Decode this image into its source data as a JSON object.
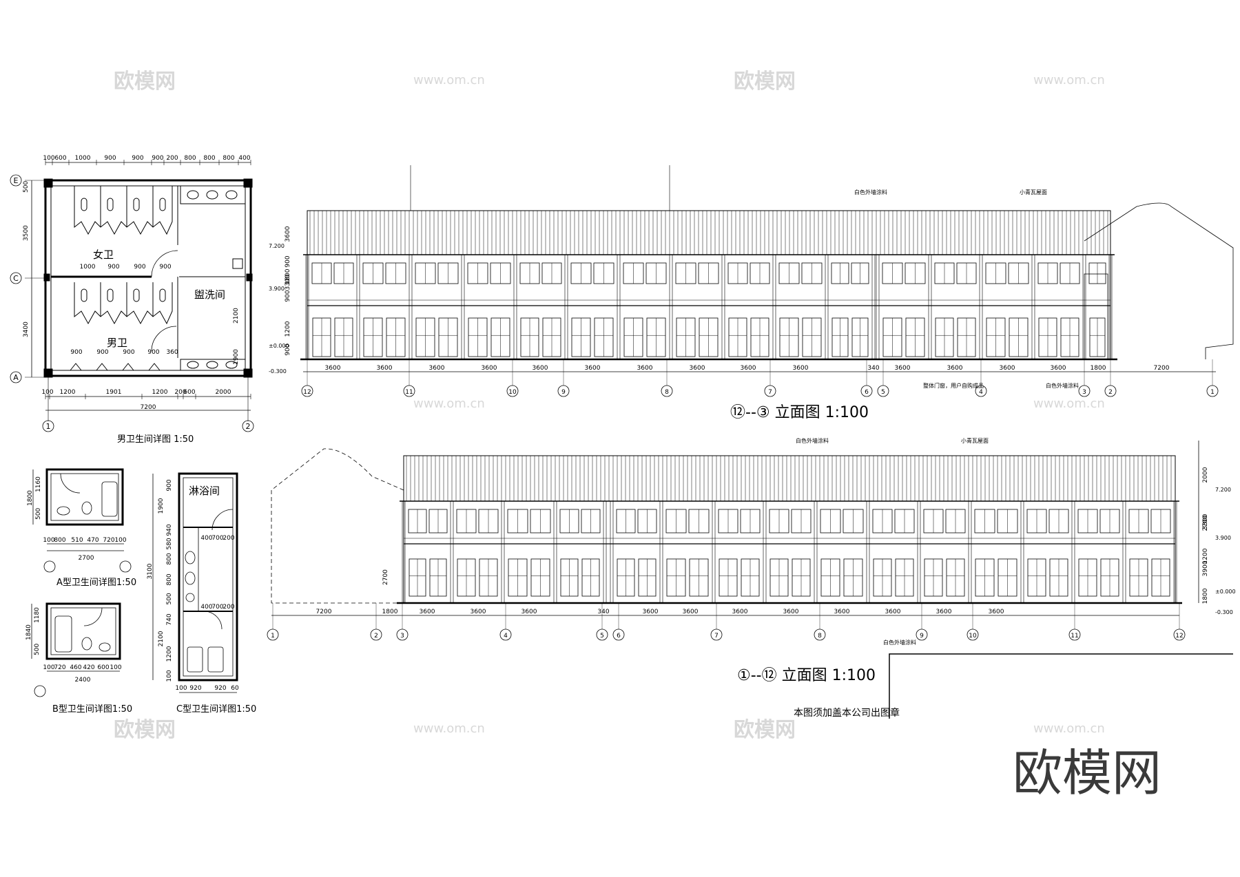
{
  "watermarks": {
    "brand": "欧模网",
    "url": "www.om.cn"
  },
  "plan": {
    "title": "男卫生间详图 1:50",
    "dims_top": [
      "100",
      "600",
      "1000",
      "900",
      "900",
      "900",
      "200",
      "800",
      "800",
      "800",
      "400"
    ],
    "dims_bottom": [
      "100",
      "1200",
      "1901",
      "1200",
      "200",
      "600",
      "2000"
    ],
    "total": "7200",
    "dims_left": [
      "500",
      "3500",
      "3400"
    ],
    "row_dims": [
      "1000",
      "900",
      "900",
      "900"
    ],
    "urinal_dims": [
      "900",
      "900",
      "900",
      "900",
      "360"
    ],
    "vertical_dims": [
      "2100",
      "1900"
    ],
    "axes_row": [
      "E",
      "C",
      "A"
    ],
    "axes_col": [
      "1",
      "2"
    ],
    "room_female": "女卫",
    "room_male": "男卫",
    "room_wash": "盥洗间"
  },
  "details": {
    "a": {
      "title": "A型卫生间详图1:50",
      "dims": [
        "100",
        "800",
        "510",
        "470",
        "720",
        "100"
      ],
      "total": "2700",
      "side": [
        "1800",
        "1160",
        "500"
      ]
    },
    "b": {
      "title": "B型卫生间详图1:50",
      "dims": [
        "100",
        "720",
        "460",
        "420",
        "600",
        "100"
      ],
      "total": "2400",
      "side": [
        "1840",
        "1180",
        "500"
      ]
    },
    "c": {
      "title": "C型卫生间详图1:50",
      "room": "淋浴间",
      "dims": [
        "100",
        "920",
        "920",
        "60"
      ],
      "side": [
        "900",
        "1900",
        "940",
        "580",
        "3100",
        "800",
        "800",
        "500",
        "740",
        "2100",
        "1200",
        "100"
      ],
      "inner": [
        "400",
        "700",
        "200"
      ]
    }
  },
  "elev1": {
    "title": "⑫--③ 立面图 1:100",
    "note1": "白色外墙涂料",
    "note2": "小青瓦屋面",
    "note3": "整体门窗，用户自购成品",
    "note4": "白色外墙涂料",
    "levels": [
      "7.200",
      "3.900",
      "±0.000",
      "-0.300"
    ],
    "side_dims": [
      "3600",
      "900",
      "1800",
      "3300",
      "900",
      "1200",
      "900"
    ],
    "spans": [
      "3600",
      "3600",
      "3600",
      "3600",
      "3600",
      "3600",
      "3600",
      "3600",
      "3600",
      "3600",
      "340",
      "3600",
      "3600",
      "3600",
      "3600",
      "1800",
      "7200"
    ],
    "axes": [
      "12",
      "11",
      "10",
      "9",
      "8",
      "7",
      "6",
      "5",
      "4",
      "3",
      "2",
      "1"
    ]
  },
  "elev2": {
    "title": "①--⑫ 立面图 1:100",
    "note1": "白色外墙涂料",
    "note2": "小青瓦屋面",
    "note3": "白色外墙涂料",
    "levels": [
      "7.200",
      "3.900",
      "±0.000",
      "-0.300"
    ],
    "side_dims": [
      "2000",
      "3300",
      "2700",
      "1200",
      "3900",
      "1800"
    ],
    "left_dim": "2700",
    "spans": [
      "7200",
      "1800",
      "3600",
      "3600",
      "3600",
      "340",
      "3600",
      "3600",
      "3600",
      "3600",
      "3600",
      "3600",
      "3600",
      "3600"
    ],
    "axes": [
      "1",
      "2",
      "3",
      "4",
      "5",
      "6",
      "7",
      "8",
      "9",
      "10",
      "11",
      "12"
    ]
  },
  "stamp_note": "本图须加盖本公司出图章",
  "brand_large": "欧模网"
}
